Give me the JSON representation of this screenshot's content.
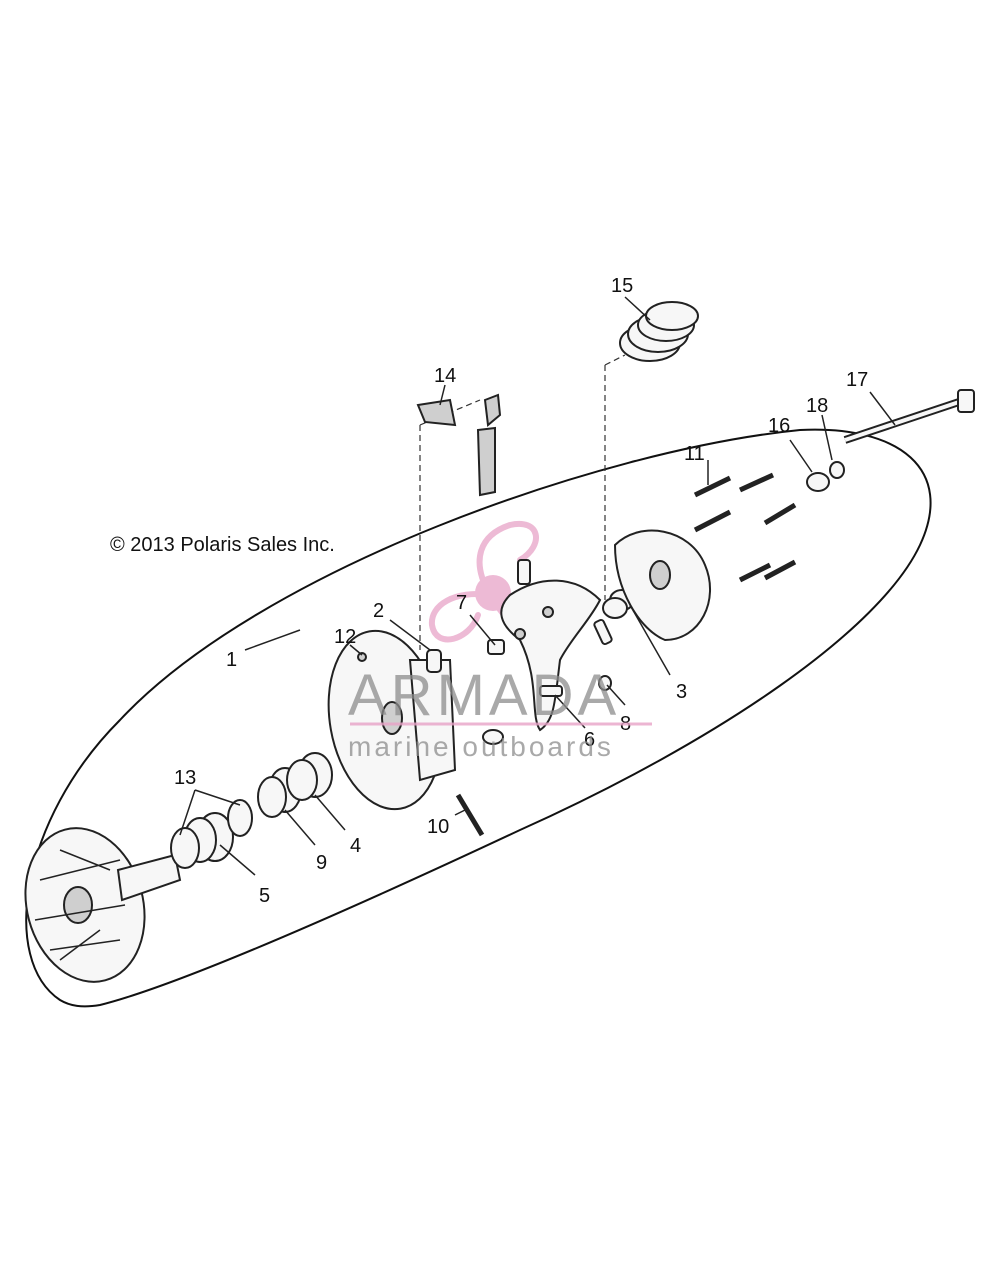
{
  "copyright": "© 2013 Polaris Sales Inc.",
  "callouts": {
    "c1": "1",
    "c2": "2",
    "c3": "3",
    "c4": "4",
    "c5": "5",
    "c6": "6",
    "c7": "7",
    "c8": "8",
    "c9": "9",
    "c10": "10",
    "c11": "11",
    "c12": "12",
    "c13": "13",
    "c14": "14",
    "c15": "15",
    "c16": "16",
    "c17": "17",
    "c18": "18"
  },
  "watermark": {
    "brand": "ARMADA",
    "tagline": "marine outboards",
    "brand_color": "#e8a3c7"
  }
}
